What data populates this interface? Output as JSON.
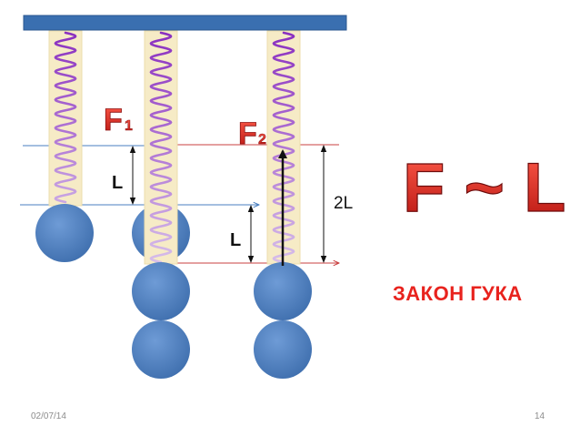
{
  "labels": {
    "f1_letter": "F",
    "f1_sub": "1",
    "f2_letter": "F",
    "f2_sub": "2",
    "l_first": "L",
    "l_second": "L",
    "two_l": "2L",
    "formula": "F ~ L",
    "law_name": "ЗАКОН ГУКА"
  },
  "footer": {
    "date": "02/07/14",
    "page": "14"
  },
  "colors": {
    "ceiling": "#3a6fb0",
    "ball": "#4f81bd",
    "spring_coil": "#9b3fc8",
    "spring_sleeve": "#f6ebc6",
    "force_label": "#e62d2a",
    "blue_line": "#4a7fc0",
    "red_line": "#c94040"
  },
  "icons": {
    "ball": "sphere",
    "spring": "coil-spring",
    "force_arrow": "up-arrow"
  }
}
